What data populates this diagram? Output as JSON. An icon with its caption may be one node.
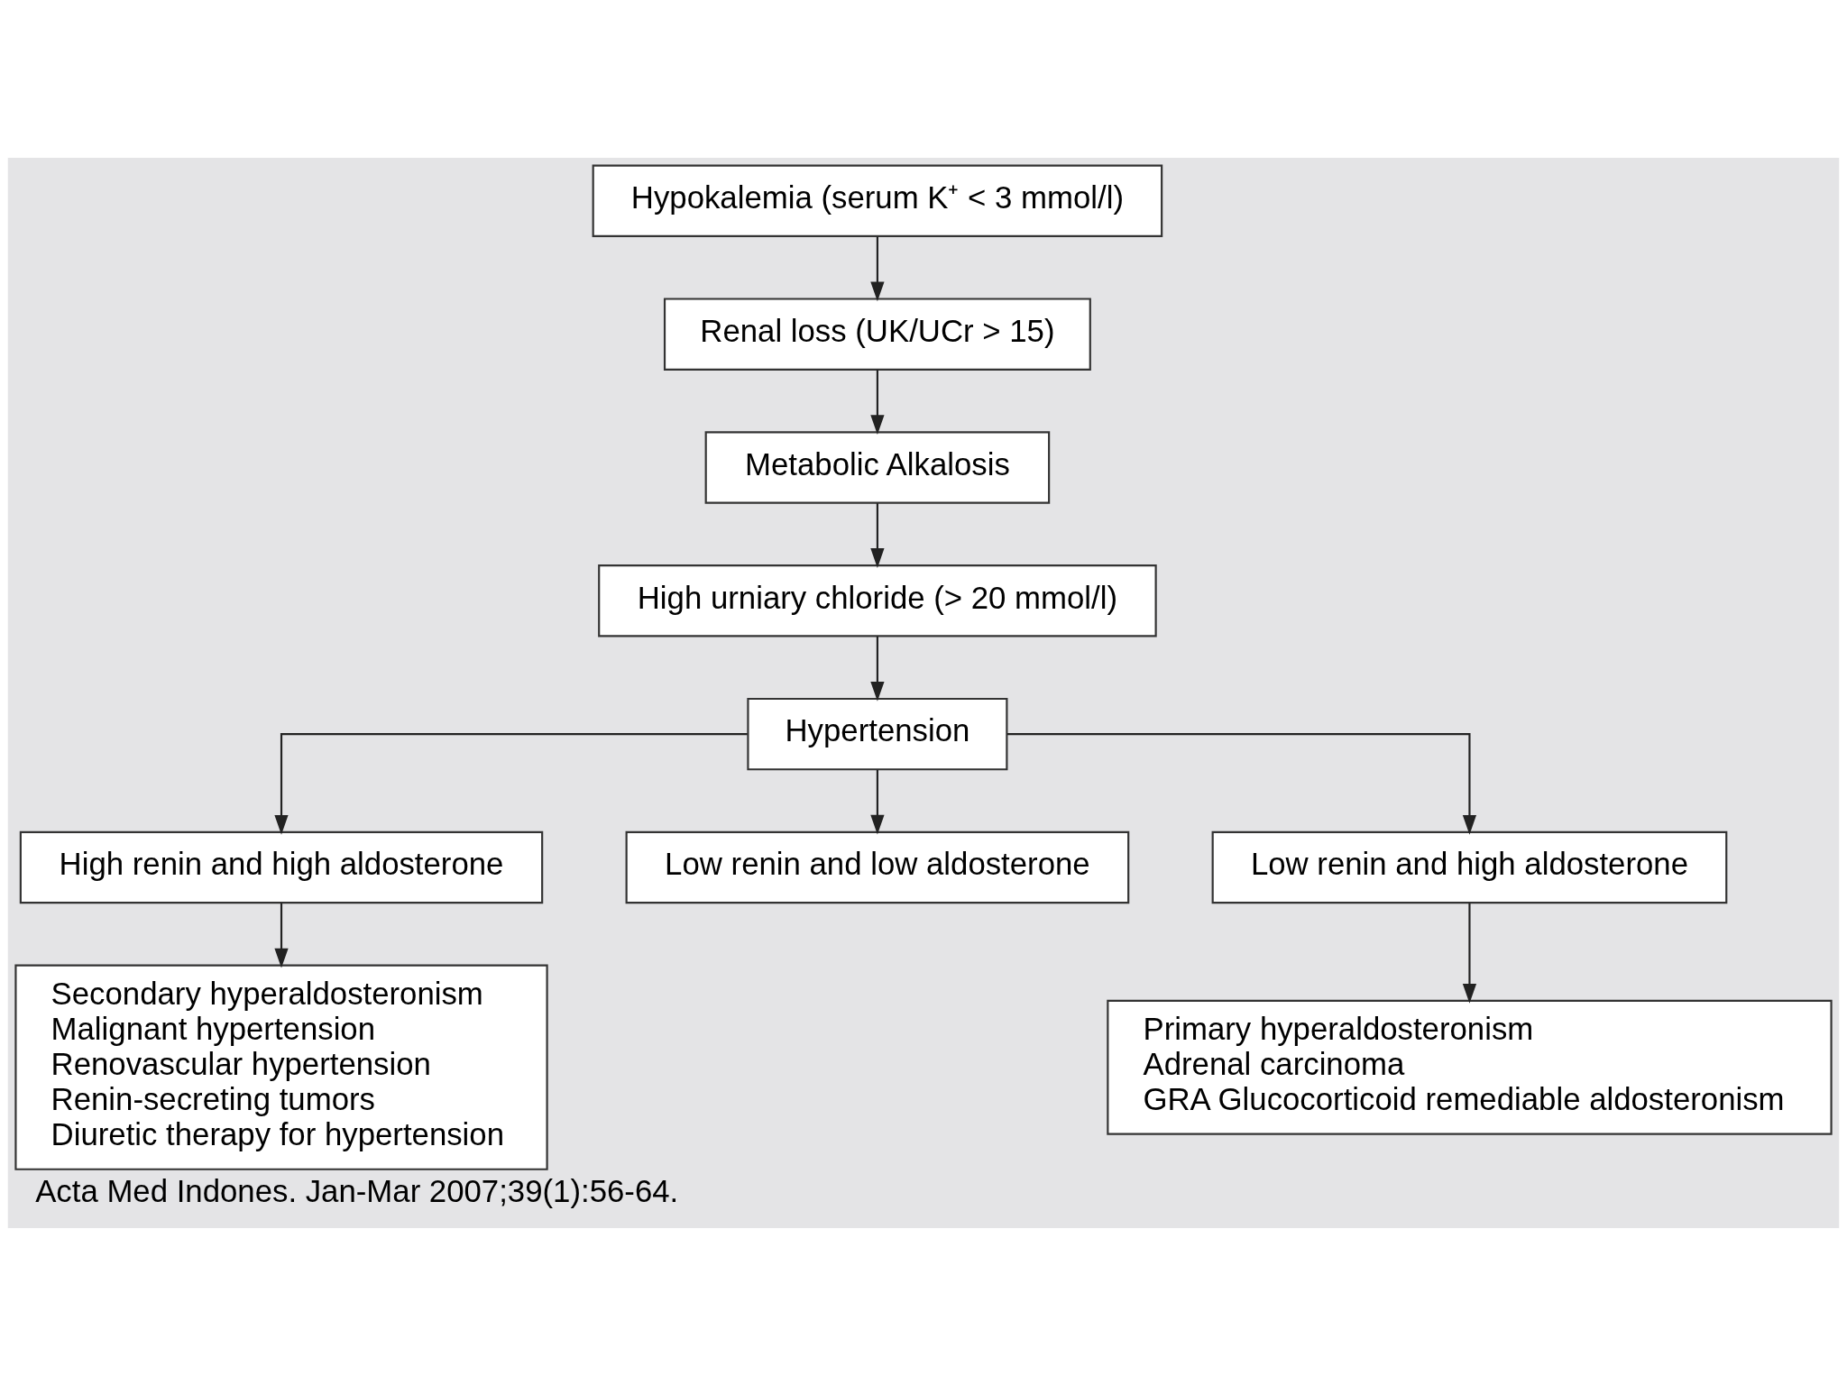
{
  "diagram": {
    "caption": "Acta Med Indones. Jan-Mar 2007;39(1):56-64.",
    "nodes": [
      {
        "text": [
          "Hypokalemia (serum K⁺ < 3 mmol/l)"
        ]
      },
      {
        "text": [
          "Renal loss (UK/UCr > 15)"
        ]
      },
      {
        "text": [
          "Metabolic Alkalosis"
        ]
      },
      {
        "text": [
          "High urniary chloride (> 20 mmol/l)"
        ]
      },
      {
        "text": [
          "Hypertension"
        ]
      },
      {
        "text": [
          "High renin and high aldosterone"
        ]
      },
      {
        "text": [
          "Low renin and low aldosterone"
        ]
      },
      {
        "text": [
          "Low renin and high aldosterone"
        ]
      },
      {
        "text": [
          "Secondary hyperaldosteronism",
          "Malignant hypertension",
          "Renovascular hypertension",
          "Renin-secreting tumors",
          "Diuretic therapy for hypertension"
        ]
      },
      {
        "text": [
          "Primary hyperaldosteronism",
          "Adrenal carcinoma",
          "GRA Glucocorticoid remediable aldosteronism"
        ]
      }
    ],
    "edges": [
      {
        "from": 0,
        "to": 1,
        "arrow": "to"
      },
      {
        "from": 1,
        "to": 2,
        "arrow": "to"
      },
      {
        "from": 2,
        "to": 3,
        "arrow": "to"
      },
      {
        "from": 3,
        "to": 4,
        "arrow": "to"
      },
      {
        "from": 4,
        "to": 5,
        "arrow": "to"
      },
      {
        "from": 4,
        "to": 6,
        "arrow": "to"
      },
      {
        "from": 4,
        "to": 7,
        "arrow": "to"
      },
      {
        "from": 5,
        "to": 8,
        "arrow": "to"
      },
      {
        "from": 7,
        "to": 9,
        "arrow": "to"
      }
    ]
  }
}
